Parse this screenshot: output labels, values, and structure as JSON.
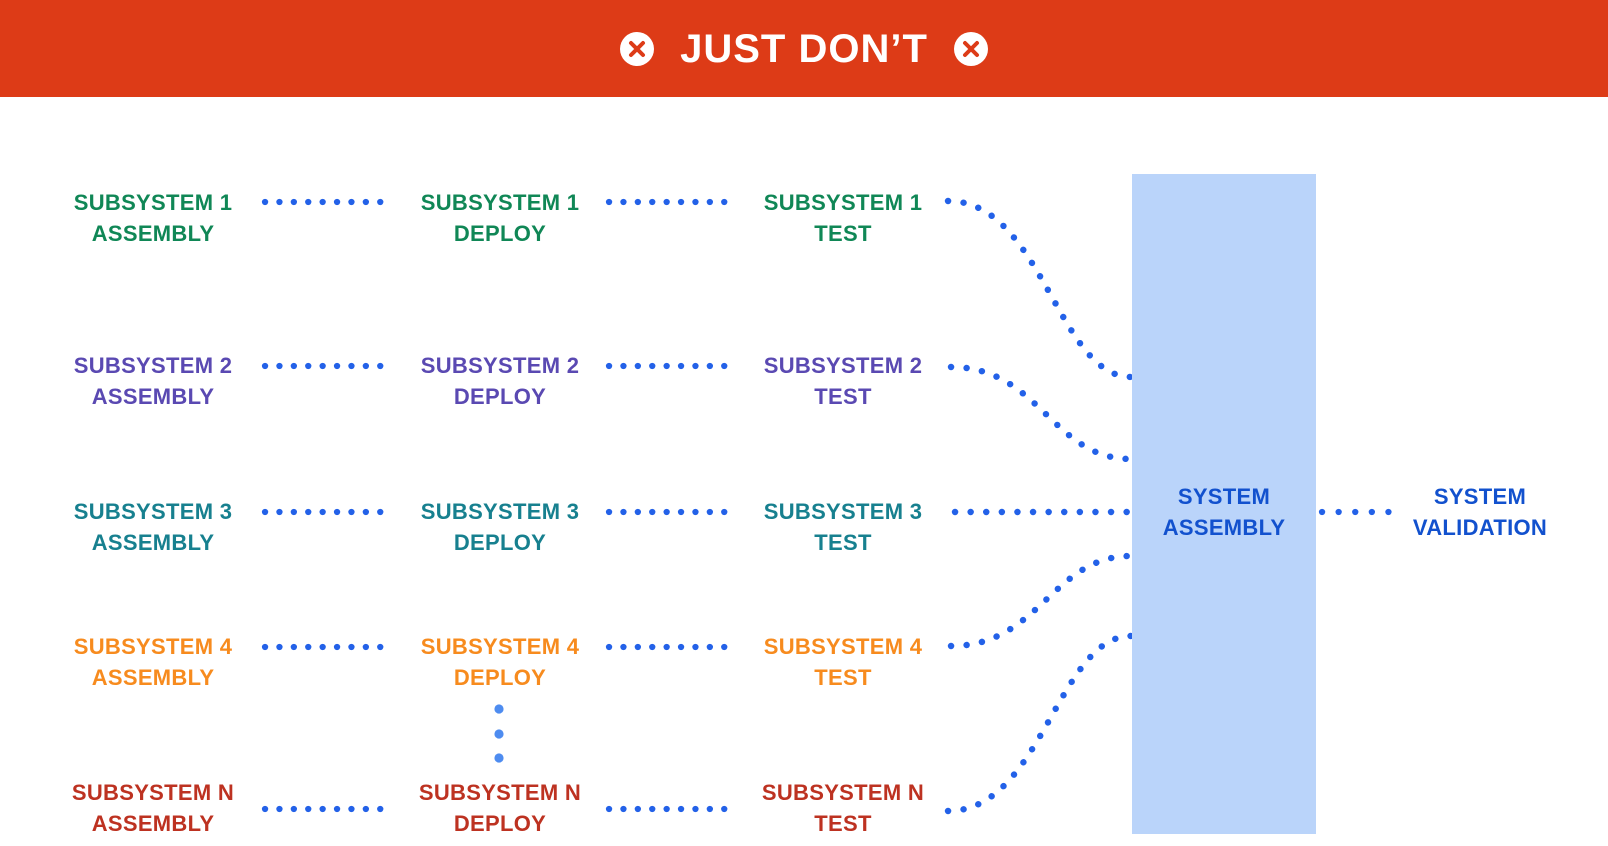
{
  "header": {
    "title": "JUST DON’T",
    "bg_color": "#DD3B17",
    "text_color": "#FFFFFF",
    "left_icon": "x-circle",
    "right_icon": "x-circle"
  },
  "rows": [
    {
      "label_color": "#108756",
      "assembly": {
        "line1": "SUBSYSTEM 1",
        "line2": "ASSEMBLY"
      },
      "deploy": {
        "line1": "SUBSYSTEM 1",
        "line2": "DEPLOY"
      },
      "test": {
        "line1": "SUBSYSTEM 1",
        "line2": "TEST"
      }
    },
    {
      "label_color": "#5A49B2",
      "assembly": {
        "line1": "SUBSYSTEM 2",
        "line2": "ASSEMBLY"
      },
      "deploy": {
        "line1": "SUBSYSTEM 2",
        "line2": "DEPLOY"
      },
      "test": {
        "line1": "SUBSYSTEM 2",
        "line2": "TEST"
      }
    },
    {
      "label_color": "#17808F",
      "assembly": {
        "line1": "SUBSYSTEM 3",
        "line2": "ASSEMBLY"
      },
      "deploy": {
        "line1": "SUBSYSTEM 3",
        "line2": "DEPLOY"
      },
      "test": {
        "line1": "SUBSYSTEM 3",
        "line2": "TEST"
      }
    },
    {
      "label_color": "#F78B1E",
      "assembly": {
        "line1": "SUBSYSTEM 4",
        "line2": "ASSEMBLY"
      },
      "deploy": {
        "line1": "SUBSYSTEM 4",
        "line2": "DEPLOY"
      },
      "test": {
        "line1": "SUBSYSTEM 4",
        "line2": "TEST"
      }
    },
    {
      "label_color": "#BD3221",
      "assembly": {
        "line1": "SUBSYSTEM N",
        "line2": "ASSEMBLY"
      },
      "deploy": {
        "line1": "SUBSYSTEM N",
        "line2": "DEPLOY"
      },
      "test": {
        "line1": "SUBSYSTEM N",
        "line2": "TEST"
      }
    }
  ],
  "system_assembly": {
    "line1": "SYSTEM",
    "line2": "ASSEMBLY",
    "box_color": "#BAD4FA",
    "text_color": "#1251CE"
  },
  "system_validation": {
    "line1": "SYSTEM",
    "line2": "VALIDATION",
    "text_color": "#1251CE"
  },
  "connectors": {
    "dot_color": "#2361E8",
    "ellipsis_dot_color": "#4E8CF0"
  }
}
